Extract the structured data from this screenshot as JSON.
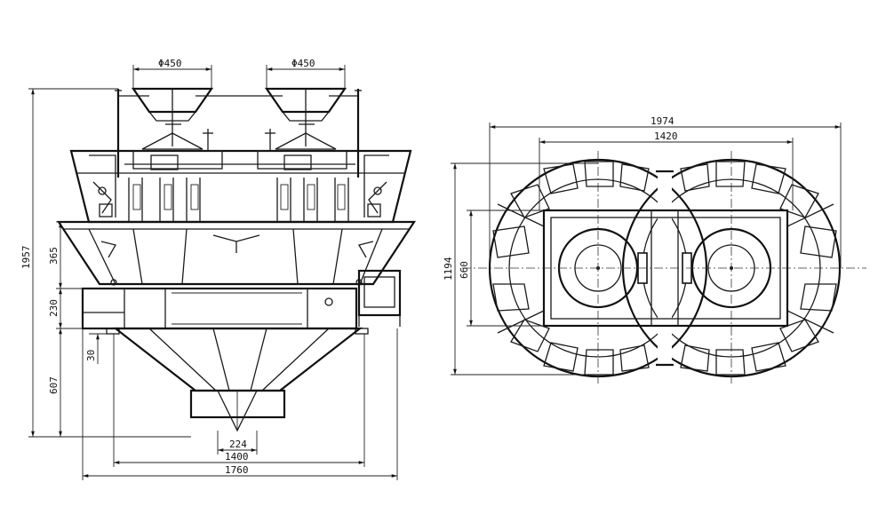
{
  "front_view": {
    "dim_hopper_left": "Φ450",
    "dim_hopper_right": "Φ450",
    "dim_total_height": "1957",
    "dim_upper_section": "365",
    "dim_frame": "230",
    "dim_lower_section": "607",
    "dim_gap": "30",
    "dim_outlet": "224",
    "dim_base_width": "1400",
    "dim_total_width": "1760"
  },
  "top_view": {
    "dim_overall_length": "1974",
    "dim_inner_length": "1420",
    "dim_overall_width": "1194",
    "dim_inner_width": "660"
  }
}
